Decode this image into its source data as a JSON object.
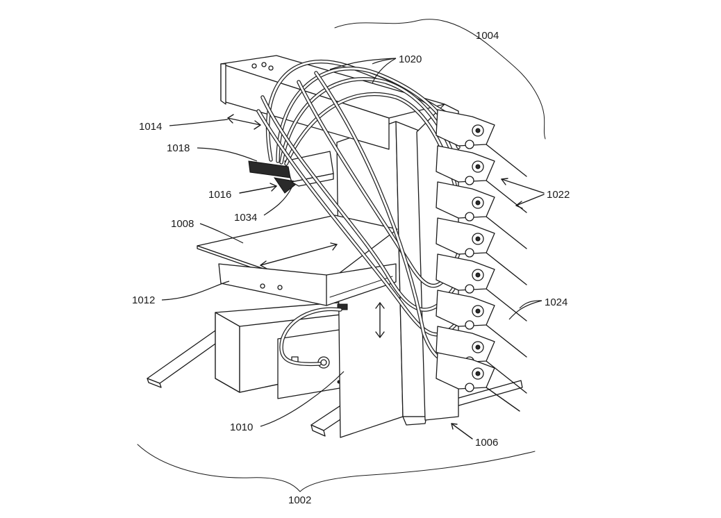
{
  "figure": {
    "labels": {
      "l1002": "1002",
      "l1004": "1004",
      "l1006": "1006",
      "l1008": "1008",
      "l1010": "1010",
      "l1012": "1012",
      "l1014": "1014",
      "l1016": "1016",
      "l1018": "1018",
      "l1020": "1020",
      "l1022": "1022",
      "l1024": "1024",
      "l1034": "1034"
    }
  }
}
